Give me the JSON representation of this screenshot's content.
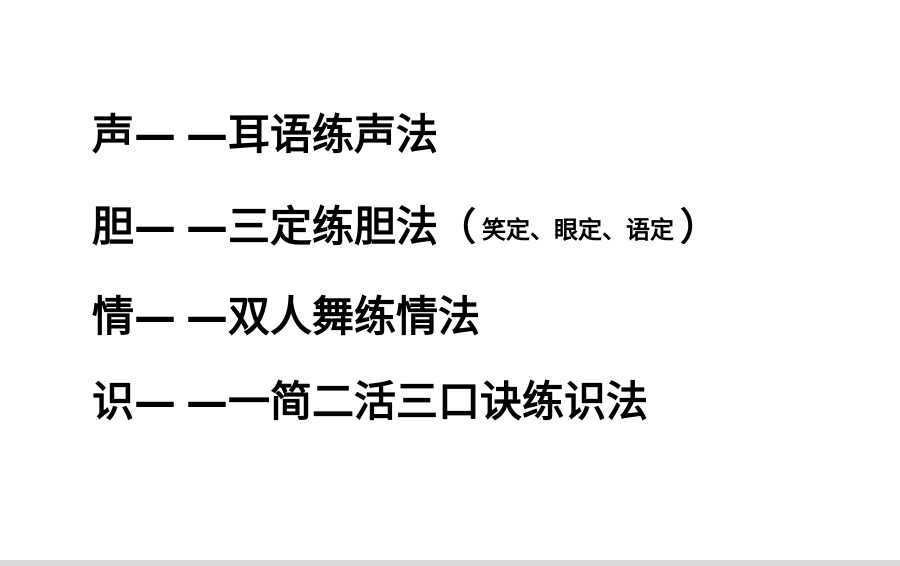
{
  "lines": [
    {
      "key": "声",
      "dash_a": "—",
      "dash_b": "—",
      "method": "耳语练声法"
    },
    {
      "key": "胆",
      "dash_a": "—",
      "dash_b": "—",
      "method": "三定练胆法",
      "paren_open": "（",
      "note": "笑定、眼定、语定",
      "paren_close": "）"
    },
    {
      "key": "情",
      "dash_a": "—",
      "dash_b": "—",
      "method": "双人舞练情法"
    },
    {
      "key": "识",
      "dash_a": "—",
      "dash_b": "—",
      "method": "一简二活三口诀练识法"
    }
  ]
}
